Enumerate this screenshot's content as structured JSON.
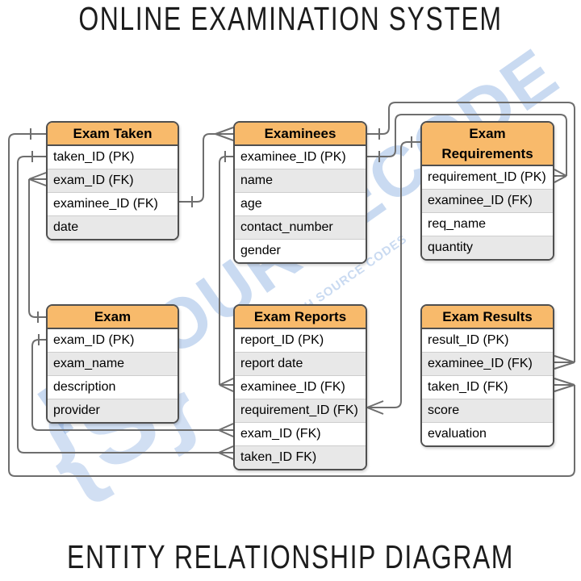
{
  "title_top": "ONLINE EXAMINATION SYSTEM",
  "title_bottom": "ENTITY RELATIONSHIP DIAGRAM",
  "watermark": {
    "big_text": "IT SOURCECODE",
    "small_text": "WITH SOURCE CODES",
    "logo_glyph": "{S}",
    "color": "#4D85D1"
  },
  "colors": {
    "header_orange": "#F8BA6B",
    "row_gray": "#E8E8E8",
    "row_white": "#FFFFFF",
    "table_border": "#4F4F4F",
    "line_gray": "#6E6E6E",
    "title_text": "#1C1C1C"
  },
  "tables": {
    "exam_taken": {
      "title": "Exam Taken",
      "rows": [
        "taken_ID (PK)",
        "exam_ID (FK)",
        "examinee_ID (FK)",
        "date"
      ]
    },
    "examinees": {
      "title": "Examinees",
      "rows": [
        "examinee_ID (PK)",
        "name",
        "age",
        "contact_number",
        "gender"
      ]
    },
    "exam_requirements": {
      "title": "Exam\nRequirements",
      "rows": [
        "requirement_ID (PK)",
        "examinee_ID (FK)",
        "req_name",
        "quantity"
      ]
    },
    "exam": {
      "title": "Exam",
      "rows": [
        "exam_ID (PK)",
        "exam_name",
        "description",
        "provider"
      ]
    },
    "exam_reports": {
      "title": "Exam Reports",
      "rows": [
        "report_ID (PK)",
        "report date",
        "examinee_ID (FK)",
        "requirement_ID (FK)",
        "exam_ID (FK)",
        "taken_ID FK)"
      ]
    },
    "exam_results": {
      "title": "Exam Results",
      "rows": [
        "result_ID (PK)",
        "examinee_ID (FK)",
        "taken_ID (FK)",
        "score",
        "evaluation"
      ]
    }
  },
  "relationships": [
    {
      "one_side": "Exam (header)",
      "many_side": "Exam Taken.exam_ID (FK)"
    },
    {
      "one_side": "Exam Taken.taken_ID (PK)",
      "many_side": "Exam Reports.taken_ID FK)"
    },
    {
      "one_side": "Exam Taken (header)",
      "many_side": "Exam Results.taken_ID (FK)"
    },
    {
      "one_side": "Exam.exam_ID (PK)",
      "many_side": "Exam Reports.exam_ID (FK)"
    },
    {
      "one_side": "Exam Taken.examinee_ID (FK)",
      "many_side": "Examinees (header)"
    },
    {
      "one_side": "Examinees.examinee_ID (PK)",
      "many_side": "Exam Reports.examinee_ID (FK)"
    },
    {
      "one_side": "Examinees (header)",
      "many_side": "Exam Results.examinee_ID (FK)"
    },
    {
      "one_side": "Examinees.examinee_ID (PK)",
      "many_side": "Exam Requirements.requirement_ID (PK)"
    },
    {
      "one_side": "Exam Requirements (header)",
      "many_side": "Exam Reports.requirement_ID (FK)"
    }
  ]
}
